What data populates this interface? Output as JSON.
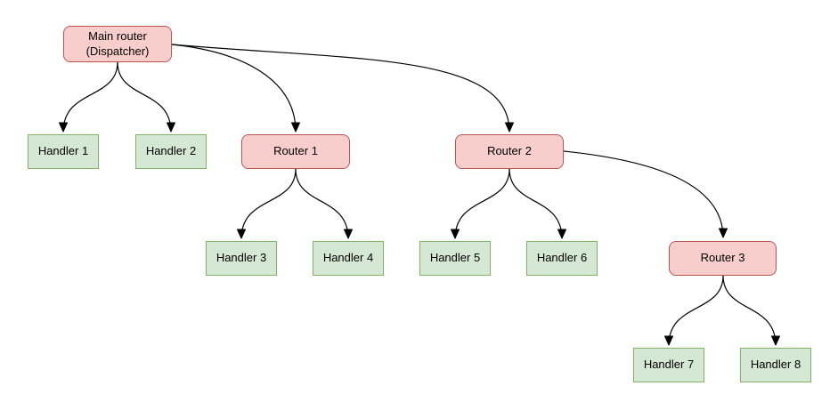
{
  "diagram": {
    "type": "flowchart-tree",
    "colors": {
      "router_fill": "#f8cecc",
      "router_border": "#b85450",
      "handler_fill": "#d5e8d4",
      "handler_border": "#82b366",
      "edge": "#000000",
      "background": "#ffffff"
    },
    "nodes": [
      {
        "id": "main-router",
        "type": "router",
        "label": "Main router\n(Dispatcher)"
      },
      {
        "id": "handler-1",
        "type": "handler",
        "label": "Handler 1"
      },
      {
        "id": "handler-2",
        "type": "handler",
        "label": "Handler 2"
      },
      {
        "id": "router-1",
        "type": "router",
        "label": "Router 1"
      },
      {
        "id": "router-2",
        "type": "router",
        "label": "Router 2"
      },
      {
        "id": "handler-3",
        "type": "handler",
        "label": "Handler 3"
      },
      {
        "id": "handler-4",
        "type": "handler",
        "label": "Handler 4"
      },
      {
        "id": "handler-5",
        "type": "handler",
        "label": "Handler 5"
      },
      {
        "id": "handler-6",
        "type": "handler",
        "label": "Handler 6"
      },
      {
        "id": "router-3",
        "type": "router",
        "label": "Router 3"
      },
      {
        "id": "handler-7",
        "type": "handler",
        "label": "Handler 7"
      },
      {
        "id": "handler-8",
        "type": "handler",
        "label": "Handler 8"
      }
    ],
    "edges": [
      {
        "from": "main-router",
        "to": "handler-1"
      },
      {
        "from": "main-router",
        "to": "handler-2"
      },
      {
        "from": "main-router",
        "to": "router-1"
      },
      {
        "from": "main-router",
        "to": "router-2"
      },
      {
        "from": "router-1",
        "to": "handler-3"
      },
      {
        "from": "router-1",
        "to": "handler-4"
      },
      {
        "from": "router-2",
        "to": "handler-5"
      },
      {
        "from": "router-2",
        "to": "handler-6"
      },
      {
        "from": "router-2",
        "to": "router-3"
      },
      {
        "from": "router-3",
        "to": "handler-7"
      },
      {
        "from": "router-3",
        "to": "handler-8"
      }
    ]
  }
}
